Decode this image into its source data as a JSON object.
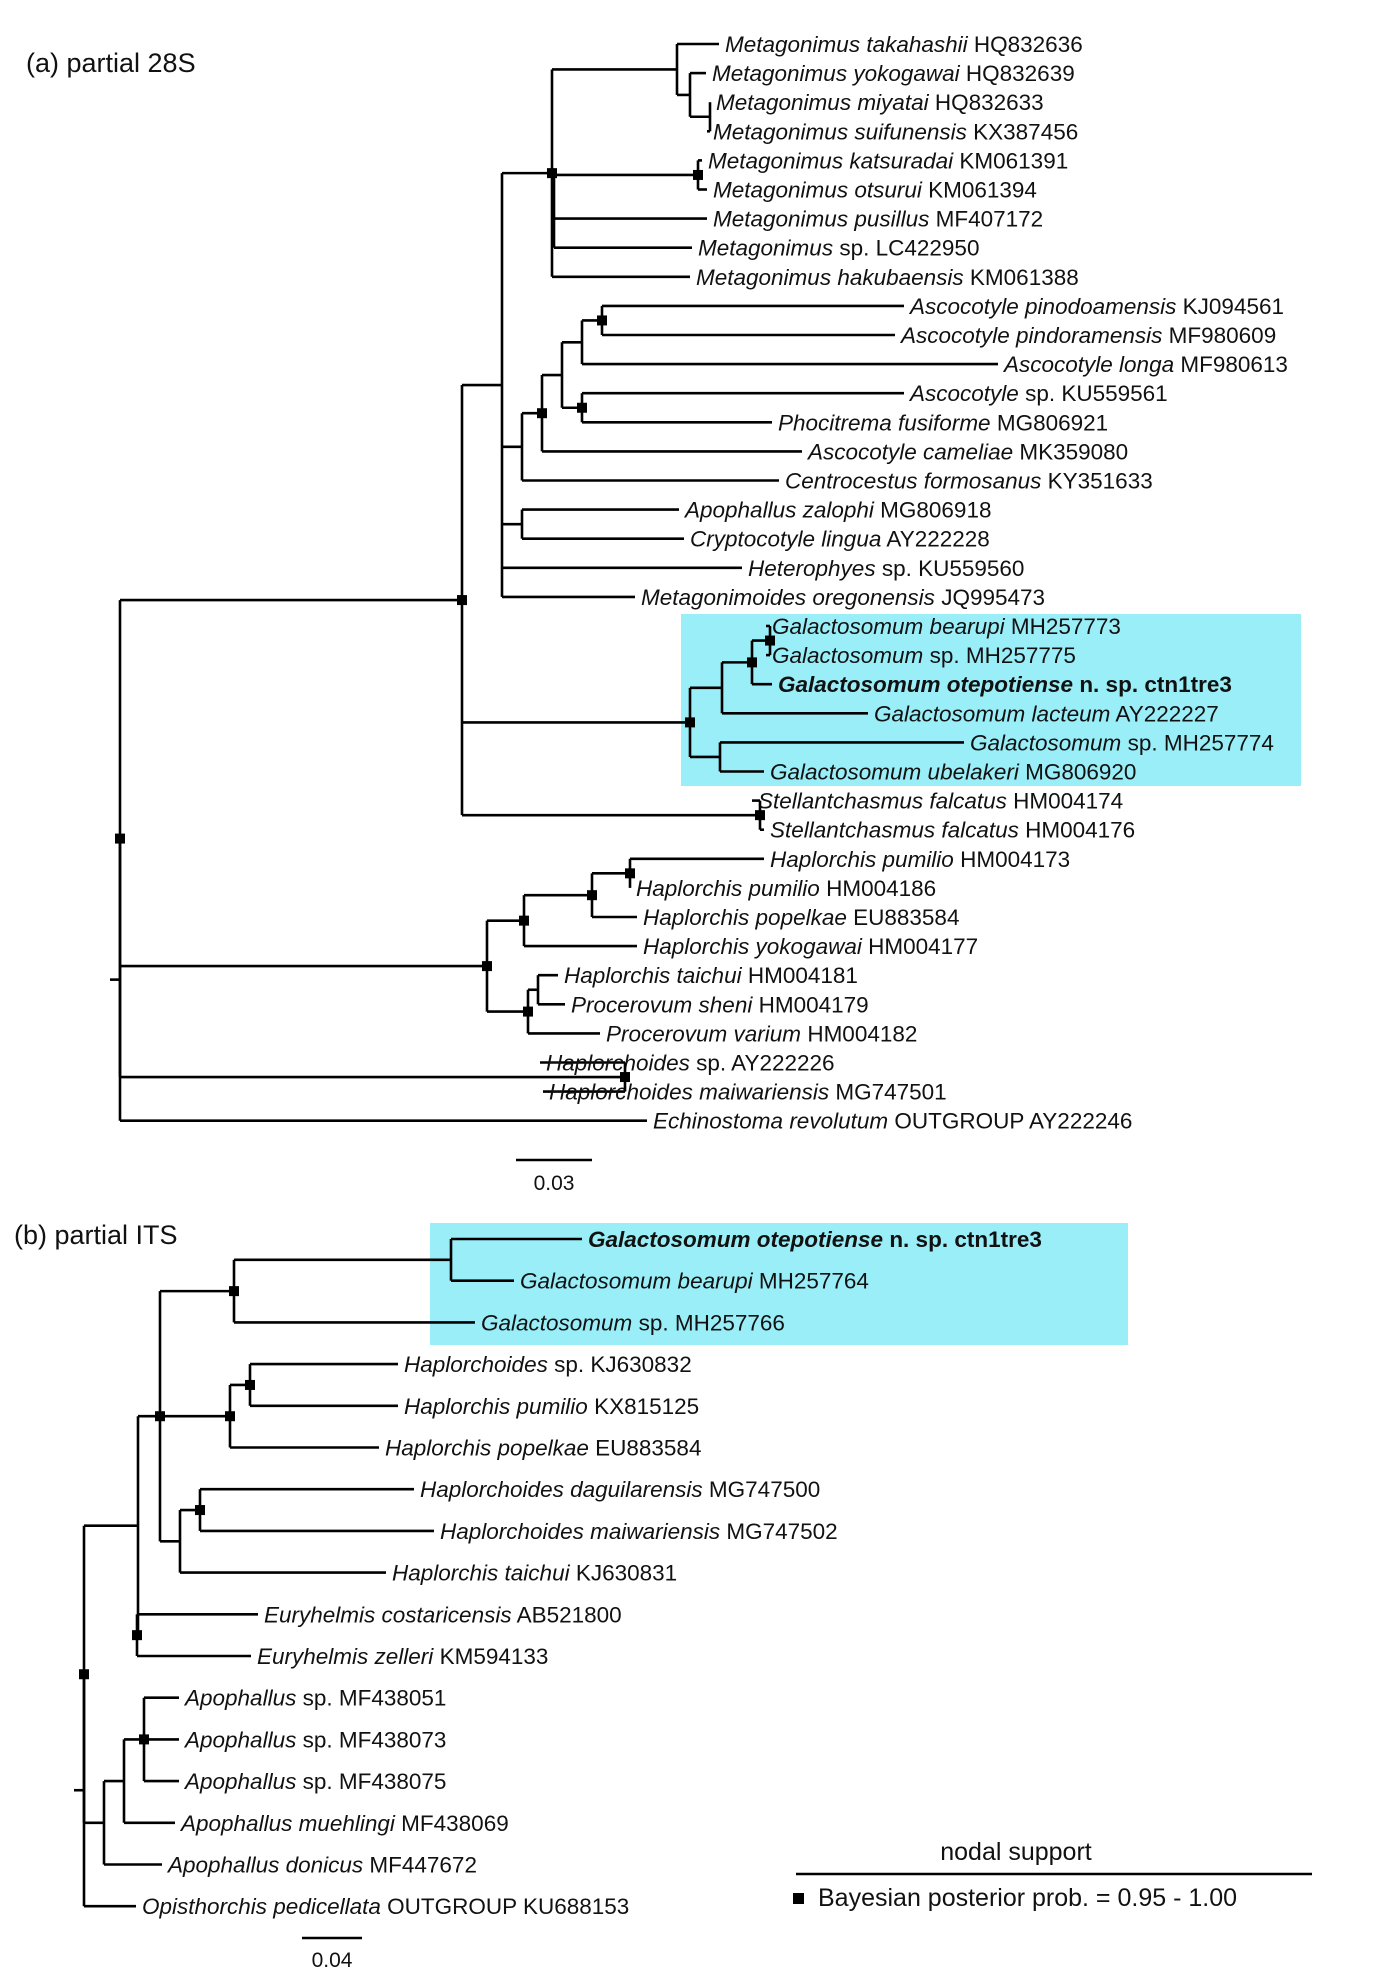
{
  "panels": [
    {
      "id": "a",
      "label": "(a) partial 28S",
      "scale_bar": "0.03",
      "highlight_clade": "Galactosomum",
      "tree": {
        "support": true,
        "children": [
          {
            "support": true,
            "children": [
              {
                "children": [
                  {
                    "support": true,
                    "children": [
                      {
                        "children": [
                          {
                            "genus": "Metagonimus",
                            "epithet": " takahashii",
                            "acc": " HQ832636"
                          },
                          {
                            "children": [
                              {
                                "genus": "Metagonimus",
                                "epithet": " yokogawai",
                                "acc": " HQ832639"
                              },
                              {
                                "children": [
                                  {
                                    "genus": "Metagonimus",
                                    "epithet": " miyatai",
                                    "acc": " HQ832633"
                                  },
                                  {
                                    "genus": "Metagonimus",
                                    "epithet": " suifunensis",
                                    "acc": " KX387456"
                                  }
                                ]
                              }
                            ]
                          }
                        ]
                      },
                      {
                        "children": [
                          {
                            "support": true,
                            "children": [
                              {
                                "genus": "Metagonimus",
                                "epithet": " katsuradai",
                                "acc": " KM061391"
                              },
                              {
                                "genus": "Metagonimus",
                                "epithet": " otsurui",
                                "acc": " KM061394"
                              }
                            ]
                          },
                          {
                            "genus": "Metagonimus",
                            "epithet": " pusillus",
                            "acc": " MF407172"
                          },
                          {
                            "genus": "Metagonimus",
                            "epithet": " sp.",
                            "acc": " LC422950"
                          }
                        ]
                      },
                      {
                        "genus": "Metagonimus",
                        "epithet": " hakubaensis",
                        "acc": " KM061388"
                      }
                    ]
                  },
                  {
                    "children": [
                      {
                        "support": true,
                        "children": [
                          {
                            "children": [
                              {
                                "children": [
                                  {
                                    "support": true,
                                    "children": [
                                      {
                                        "genus": "Ascocotyle",
                                        "epithet": " pinodoamensis",
                                        "acc": " KJ094561"
                                      },
                                      {
                                        "genus": "Ascocotyle",
                                        "epithet": " pindoramensis",
                                        "acc": " MF980609"
                                      }
                                    ]
                                  },
                                  {
                                    "genus": "Ascocotyle",
                                    "epithet": " longa",
                                    "acc": " MF980613"
                                  }
                                ]
                              },
                              {
                                "support": true,
                                "children": [
                                  {
                                    "genus": "Ascocotyle",
                                    "epithet": " sp.",
                                    "acc": " KU559561"
                                  },
                                  {
                                    "genus": "Phocitrema",
                                    "epithet": " fusiforme",
                                    "acc": " MG806921"
                                  }
                                ]
                              }
                            ]
                          },
                          {
                            "genus": "Ascocotyle",
                            "epithet": " cameliae",
                            "acc": " MK359080"
                          }
                        ]
                      },
                      {
                        "genus": "Centrocestus",
                        "epithet": " formosanus",
                        "acc": " KY351633"
                      }
                    ]
                  },
                  {
                    "children": [
                      {
                        "genus": "Apophallus",
                        "epithet": " zalophi",
                        "acc": " MG806918"
                      },
                      {
                        "genus": "Cryptocotyle",
                        "epithet": " lingua",
                        "acc": " AY222228"
                      }
                    ]
                  },
                  {
                    "genus": "Heterophyes",
                    "epithet": " sp.",
                    "acc": " KU559560"
                  },
                  {
                    "genus": "Metagonimoides",
                    "epithet": " oregonensis",
                    "acc": " JQ995473"
                  }
                ]
              },
              {
                "support": true,
                "highlight": true,
                "children": [
                  {
                    "children": [
                      {
                        "support": true,
                        "children": [
                          {
                            "support": true,
                            "children": [
                              {
                                "genus": "Galactosomum",
                                "epithet": " bearupi",
                                "acc": " MH257773"
                              },
                              {
                                "genus": "Galactosomum",
                                "epithet": " sp.",
                                "acc": " MH257775"
                              }
                            ]
                          },
                          {
                            "genus": "Galactosomum",
                            "epithet": " otepotiense",
                            "acc": " n. sp. ctn1tre3",
                            "bold": true
                          }
                        ]
                      },
                      {
                        "genus": "Galactosomum",
                        "epithet": " lacteum",
                        "acc": " AY222227"
                      }
                    ]
                  },
                  {
                    "children": [
                      {
                        "genus": "Galactosomum",
                        "epithet": " sp.",
                        "acc": " MH257774"
                      },
                      {
                        "genus": "Galactosomum",
                        "epithet": " ubelakeri",
                        "acc": " MG806920"
                      }
                    ]
                  }
                ]
              },
              {
                "support": true,
                "children": [
                  {
                    "genus": "Stellantchasmus",
                    "epithet": " falcatus",
                    "acc": " HM004174"
                  },
                  {
                    "genus": "Stellantchasmus",
                    "epithet": " falcatus",
                    "acc": " HM004176"
                  }
                ]
              }
            ]
          },
          {
            "support": true,
            "children": [
              {
                "support": true,
                "children": [
                  {
                    "support": true,
                    "children": [
                      {
                        "support": true,
                        "children": [
                          {
                            "genus": "Haplorchis",
                            "epithet": " pumilio",
                            "acc": " HM004173"
                          },
                          {
                            "genus": "Haplorchis",
                            "epithet": " pumilio",
                            "acc": " HM004186"
                          }
                        ]
                      },
                      {
                        "genus": "Haplorchis",
                        "epithet": " popelkae",
                        "acc": " EU883584"
                      }
                    ]
                  },
                  {
                    "genus": "Haplorchis",
                    "epithet": " yokogawai",
                    "acc": " HM004177"
                  }
                ]
              },
              {
                "support": true,
                "children": [
                  {
                    "children": [
                      {
                        "genus": "Haplorchis",
                        "epithet": " taichui",
                        "acc": " HM004181"
                      },
                      {
                        "genus": "Procerovum",
                        "epithet": " sheni",
                        "acc": " HM004179"
                      }
                    ]
                  },
                  {
                    "genus": "Procerovum",
                    "epithet": " varium",
                    "acc": " HM004182"
                  }
                ]
              }
            ]
          },
          {
            "support": true,
            "children": [
              {
                "genus": "Haplorchoides",
                "epithet": " sp.",
                "acc": " AY222226"
              },
              {
                "genus": "Haplorchoides",
                "epithet": " maiwariensis",
                "acc": " MG747501"
              }
            ]
          }
        ],
        "outgroup": {
          "genus": "Echinostoma",
          "epithet": " revolutum",
          "acc": " OUTGROUP AY222246"
        }
      }
    },
    {
      "id": "b",
      "label": "(b) partial ITS",
      "scale_bar": "0.04",
      "tree": {
        "support": true,
        "children": [
          {
            "children": [
              {
                "support": true,
                "children": [
                  {
                    "support": true,
                    "highlight": true,
                    "children": [
                      {
                        "children": [
                          {
                            "genus": "Galactosomum",
                            "epithet": " otepotiense",
                            "acc": " n. sp. ctn1tre3",
                            "bold": true
                          },
                          {
                            "genus": "Galactosomum",
                            "epithet": " bearupi",
                            "acc": " MH257764"
                          }
                        ]
                      },
                      {
                        "genus": "Galactosomum",
                        "epithet": " sp.",
                        "acc": " MH257766"
                      }
                    ]
                  },
                  {
                    "support": true,
                    "children": [
                      {
                        "support": true,
                        "children": [
                          {
                            "genus": "Haplorchoides",
                            "epithet": " sp.",
                            "acc": " KJ630832"
                          },
                          {
                            "genus": "Haplorchis",
                            "epithet": " pumilio",
                            "acc": " KX815125"
                          }
                        ]
                      },
                      {
                        "genus": "Haplorchis",
                        "epithet": " popelkae",
                        "acc": " EU883584"
                      }
                    ]
                  },
                  {
                    "children": [
                      {
                        "support": true,
                        "children": [
                          {
                            "genus": "Haplorchoides",
                            "epithet": " daguilarensis",
                            "acc": " MG747500"
                          },
                          {
                            "genus": "Haplorchoides",
                            "epithet": " maiwariensis",
                            "acc": " MG747502"
                          }
                        ]
                      },
                      {
                        "genus": "Haplorchis",
                        "epithet": " taichui",
                        "acc": " KJ630831"
                      }
                    ]
                  }
                ]
              },
              {
                "support": true,
                "children": [
                  {
                    "genus": "Euryhelmis",
                    "epithet": " costaricensis",
                    "acc": " AB521800"
                  },
                  {
                    "genus": "Euryhelmis",
                    "epithet": " zelleri",
                    "acc": " KM594133"
                  }
                ]
              }
            ]
          },
          {
            "children": [
              {
                "children": [
                  {
                    "support": true,
                    "children": [
                      {
                        "genus": "Apophallus",
                        "epithet": " sp.",
                        "acc": " MF438051"
                      },
                      {
                        "genus": "Apophallus",
                        "epithet": " sp.",
                        "acc": " MF438073"
                      },
                      {
                        "genus": "Apophallus",
                        "epithet": " sp.",
                        "acc": " MF438075"
                      }
                    ]
                  },
                  {
                    "genus": "Apophallus",
                    "epithet": " muehlingi",
                    "acc": " MF438069"
                  }
                ]
              },
              {
                "genus": "Apophallus",
                "epithet": " donicus",
                "acc": " MF447672"
              }
            ]
          }
        ],
        "outgroup": {
          "genus": "Opisthorchis",
          "epithet": " pedicellata",
          "acc": " OUTGROUP KU688153"
        }
      }
    }
  ],
  "legend": {
    "title": "nodal support",
    "entry": "Bayesian posterior prob. = 0.95 - 1.00"
  },
  "colors": {
    "highlight": "#99eef8",
    "branch": "#000000"
  }
}
